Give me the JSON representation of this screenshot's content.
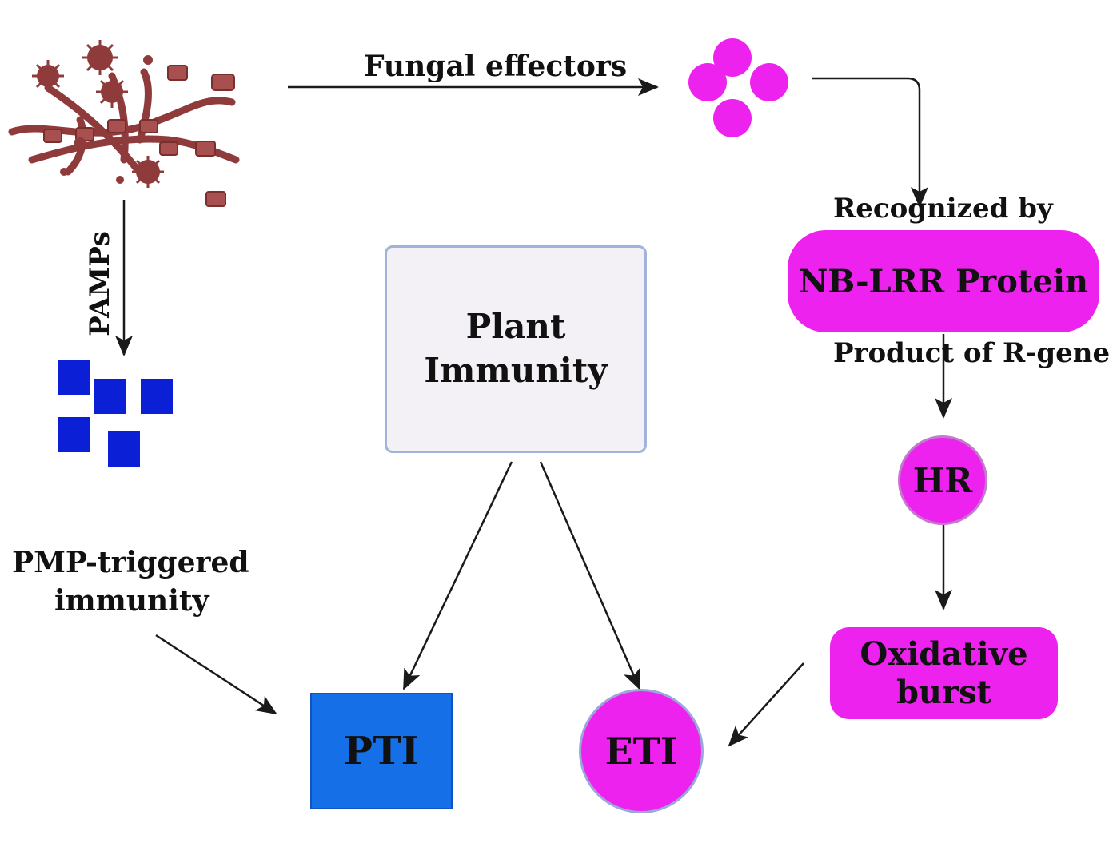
{
  "labels": {
    "fungal_effectors": "Fungal effectors",
    "pamps": "PAMPs",
    "recognized_by": "Recognized by",
    "nb_lrr": "NB-LRR Protein",
    "product_of": "Product of R-gene",
    "hr": "HR",
    "oxidative_line1": "Oxidative",
    "oxidative_line2": "burst",
    "plant_line1": "Plant",
    "plant_line2": "Immunity",
    "pmp_line1": "PMP-triggered",
    "pmp_line2": "immunity",
    "pti": "PTI",
    "eti": "ETI"
  },
  "colors": {
    "magenta": "#ee22ee",
    "blue_square": "#0a1fd6",
    "pti_blue": "#1570e8",
    "plant_box_fill": "#f3f1f6",
    "plant_box_border": "#9fb4d8",
    "fungus": "#8f3b3b",
    "arrow": "#1a1a1a"
  },
  "icons": {
    "fungus": "fungal-mycelium-icon",
    "effectors": "effector-molecules-icon",
    "pamps": "pamp-squares-icon"
  }
}
